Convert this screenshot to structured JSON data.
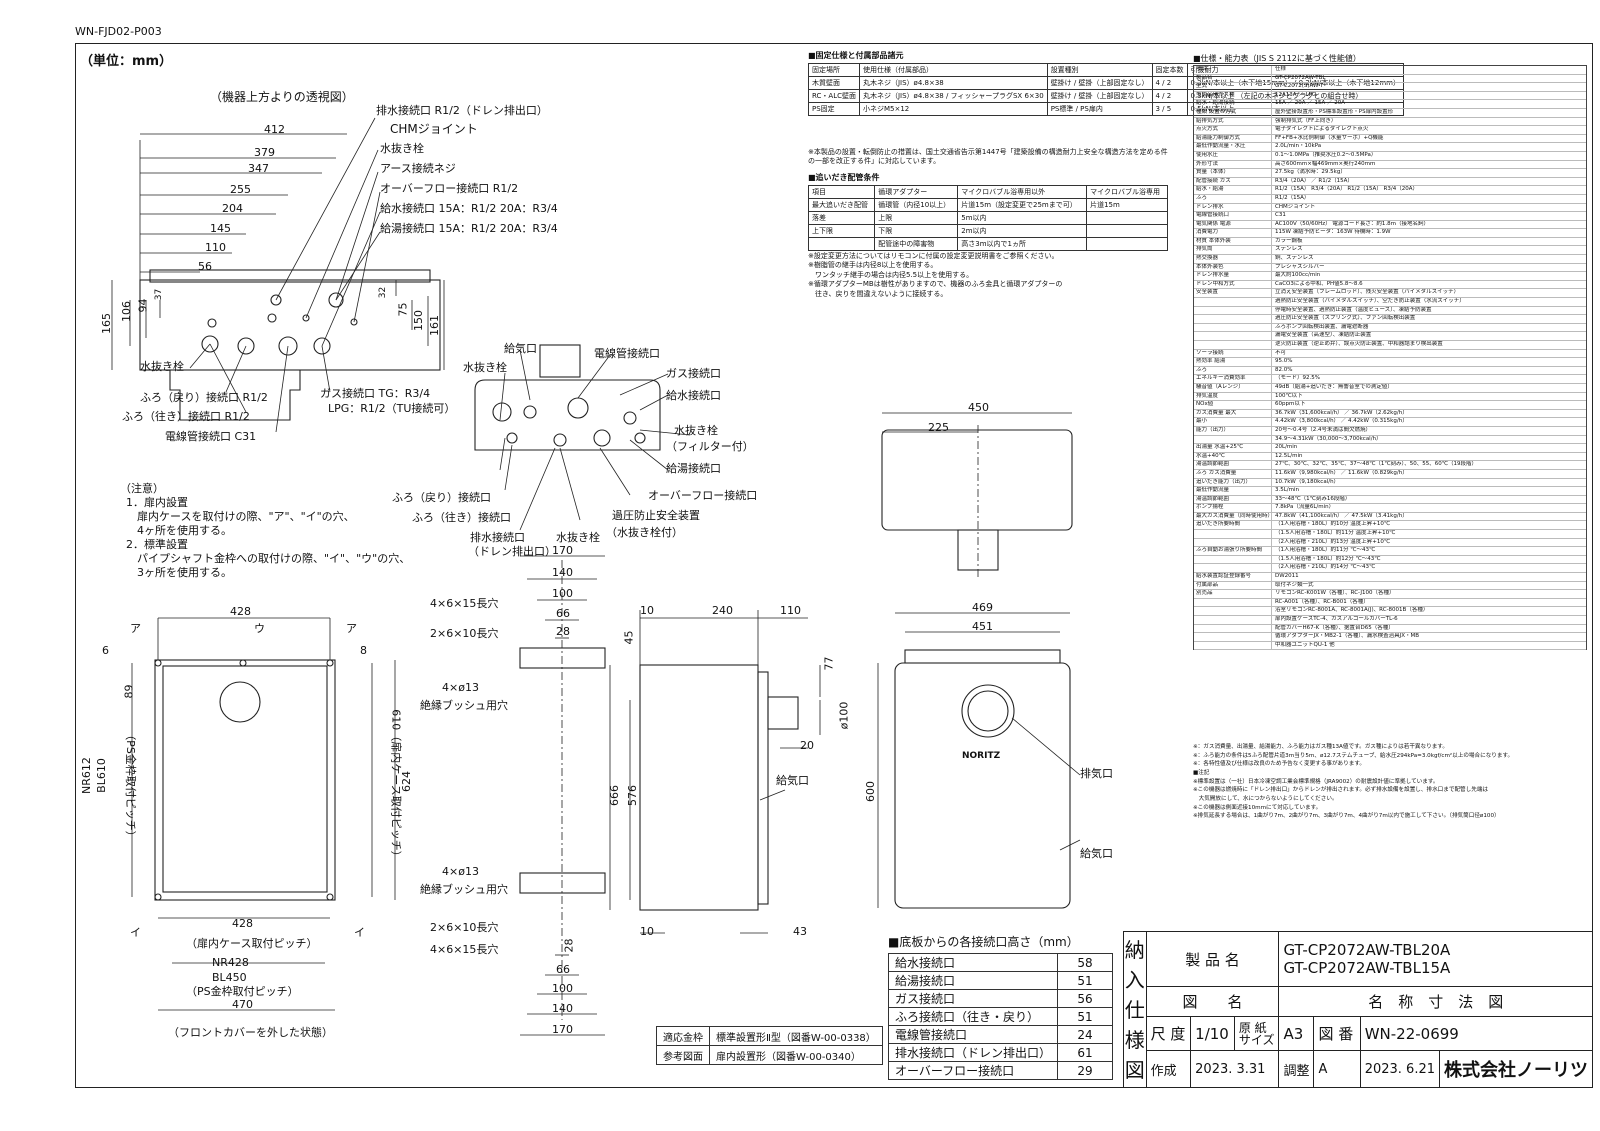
{
  "doc_id": "WN-FJD02-P003",
  "unit_label": "（単位：mm）",
  "top_view": {
    "title": "（機器上方よりの透視図）",
    "dims_h": [
      "412",
      "379",
      "347",
      "255",
      "204",
      "145",
      "110",
      "56"
    ],
    "dims_v_left": [
      "165",
      "106",
      "94",
      "37"
    ],
    "dims_v_right": [
      "32",
      "75",
      "150",
      "161"
    ],
    "callouts": [
      "排水接続口 R1/2（ドレン排出口）",
      "CHMジョイント",
      "水抜き栓",
      "アース接続ネジ",
      "オーバーフロー接続口 R1/2",
      "給水接続口 15A：R1/2  20A：R3/4",
      "給湯接続口 15A：R1/2  20A：R3/4"
    ],
    "left_labels": [
      "水抜き栓",
      "ふろ（戻り）接続口 R1/2",
      "ふろ（往き）接続口 R1/2",
      "電線管接続口 C31"
    ],
    "gas_label": "ガス接続口 TG：R3/4",
    "gas_label2": "LPG：R1/2（TU接続可）"
  },
  "notes": {
    "title": "（注意）",
    "items": [
      "1．扉内設置",
      "　扉内ケースを取付けの際、\"ア\"、\"イ\"の穴、",
      "　4ヶ所を使用する。",
      "2．標準設置",
      "　パイプシャフト金枠への取付けの際、\"イ\"、\"ウ\"の穴、",
      "　3ヶ所を使用する。"
    ]
  },
  "bottom_view": {
    "labels_top": [
      "給気口",
      "電線管接続口",
      "ガス接続口",
      "給水接続口",
      "水抜き栓",
      "（フィルター付）",
      "給湯接続口",
      "オーバーフロー接続口",
      "過圧防止安全装置",
      "（水抜き栓付）"
    ],
    "labels_left": [
      "水抜き栓",
      "ふろ（戻り）接続口",
      "ふろ（往き）接続口",
      "排水接続口",
      "（ドレン排出口）",
      "水抜き栓"
    ]
  },
  "back_view": {
    "dims": [
      "428",
      "6",
      "89",
      "8",
      "428",
      "470"
    ],
    "marks": [
      "ア",
      "ウ",
      "ア",
      "イ",
      "イ"
    ],
    "side_labels": [
      "NR612",
      "BL610",
      "（PS金枠取付ピッチ）",
      "610（扉内ケース取付ピッチ）",
      "624"
    ],
    "bottom_labels": [
      "（扉内ケース取付ピッチ）",
      "NR428",
      "BL450",
      "（PS金枠取付ピッチ）",
      "（フロントカバーを外した状態）"
    ]
  },
  "bracket": {
    "dims_top": [
      "170",
      "140",
      "100",
      "66",
      "28"
    ],
    "dims_bottom": [
      "28",
      "66",
      "100",
      "140",
      "170"
    ],
    "labels": [
      "4×6×15長穴",
      "2×6×10長穴",
      "4×ø13",
      "絶縁ブッシュ用穴",
      "4×ø13",
      "絶縁ブッシュ用穴",
      "2×6×10長穴",
      "4×6×15長穴"
    ]
  },
  "side_view": {
    "dims": [
      "10",
      "240",
      "110",
      "45",
      "77",
      "ø100",
      "20",
      "666",
      "576",
      "10",
      "43"
    ],
    "labels": [
      "給気口"
    ]
  },
  "top_plan": {
    "dims": [
      "450",
      "225"
    ]
  },
  "front_view": {
    "dims": [
      "469",
      "451",
      "600"
    ],
    "labels": [
      "排気口",
      "給気口"
    ],
    "brand": "NORITZ"
  },
  "install_table": {
    "title": "■固定仕様と付属部品諸元",
    "headers": [
      "固定場所",
      "使用仕様（付属部品）",
      "設置種別",
      "固定本数",
      "引抜耐力"
    ],
    "rows": [
      [
        "木質壁面",
        "丸木ネジ（JIS）ø4.8×38",
        "壁掛け / 壁掛（上部固定なし）",
        "4 / 2",
        "0.3kN/本以上（木下地15mm） / 0.2kN/本以上（木下地12mm）"
      ],
      [
        "RC・ALC壁面",
        "丸木ネジ（JIS）ø4.8×38 / フィッシャープラグSX 6×30",
        "壁掛け / 壁掛（上部固定なし）",
        "4 / 2",
        "0.3kN/本以上 （左記の木ネジとプラグとの組合せ時）"
      ],
      [
        "PS固定",
        "小ネジM5×12",
        "PS標準 / PS扉内",
        "3 / 5",
        "0.5kN/本以上"
      ]
    ],
    "note": "※本製品の設置・転倒防止の措置は、国土交通省告示第1447号「建築設備の構造耐力上安全な構造方法を定める件の一部を改正する件」に対応しています。"
  },
  "piping_table": {
    "title": "■追いだき配管条件",
    "headers": [
      "項目",
      "循環アダプター",
      "マイクロバブル浴専用以外",
      "マイクロバブル浴専用"
    ],
    "rows": [
      [
        "最大追いだき配管",
        "循環管（内径10以上）",
        "片道15m（設定変更で25mまで可）",
        "片道15m"
      ],
      [
        "落差",
        "上限",
        "5m以内",
        ""
      ],
      [
        "上下限",
        "下限",
        "2m以内",
        ""
      ],
      [
        "",
        "配管途中の障害物",
        "高さ3m以内で1ヵ所",
        ""
      ]
    ],
    "notes": [
      "※設定変更方法についてはリモコンに付属の設定変更説明書をご参照ください。",
      "※樹脂管の継手は内径8以上を使用する。",
      "　ワンタッチ継手の場合は内径5.5以上を使用する。",
      "※循環アダプターMBは樹性がありますので、機器のふろ金具と循環アダプターの",
      "　往き、戻りを間違えないように接続する。"
    ]
  },
  "spec": {
    "title": "■仕様・能力表（JIS S 2112に基づく性能値）",
    "rows": [
      [
        "項目",
        "仕様"
      ],
      [
        "製品名",
        "GT-CP2072AW-TBL"
      ],
      [
        "型式",
        "GT-C2072(S)AW-T"
      ],
      [
        "型式品用ガス種",
        "12A13A ／ LPG"
      ],
      [
        "給水・給湯接続",
        "15A ／ 20A ／ 15A ／ 20A"
      ],
      [
        "種類 設置の方式",
        "屋外壁掛設置形・PS標準設置形・PS扉内設置形"
      ],
      [
        "給排気方式",
        "強制排気式（FF上向き）"
      ],
      [
        "点火方式",
        "電子ダイレクトによるダイレクト点火"
      ],
      [
        "給湯能力制御方式",
        "FF+FB+水比例制御（水量サーボ）+Q機能"
      ],
      [
        "最低作動流量・水圧",
        "2.0L/min・10kPa"
      ],
      [
        "使用水圧",
        "0.1～1.0MPa（推奨水圧0.2～0.5MPa）"
      ],
      [
        "外形寸法",
        "高さ600mm×幅469mm×奥行240mm"
      ],
      [
        "質量（本体）",
        "27.5kg（満水時：29.5kg）"
      ],
      [
        "配管接続 ガス",
        "R3/4（20A） ／ R1/2（15A）"
      ],
      [
        "給水・給湯",
        "R1/2（15A） R3/4（20A） R1/2（15A） R3/4（20A）"
      ],
      [
        "ふろ",
        "R1/2（15A）"
      ],
      [
        "ドレン排水",
        "CHMジョイント"
      ],
      [
        "電線管接続口",
        "C31"
      ],
      [
        "電気関係 電源",
        "AC100V（50/60Hz） 電源コード長さ：約1.8m（接地名詞）"
      ],
      [
        "消費電力",
        "115W 凍結予防ヒータ：163W 待機時：1.9W"
      ],
      [
        "材質 本体外装",
        "カラー鋼板"
      ],
      [
        "排気筒",
        "ステンレス"
      ],
      [
        "熱交換器",
        "銅、ステンレス"
      ],
      [
        "本体外装色",
        "プレシャスシルバー"
      ],
      [
        "ドレン排水量",
        "最大約100cc/min"
      ],
      [
        "ドレン中和方式",
        "CaCO3による中和、PH値5.8～8.6"
      ],
      [
        "安全装置",
        "立消え安全装置（フレームロッド）、残火安全装置（バイメタルスイッチ）"
      ],
      [
        "",
        "過熱防止安全装置（バイメタルスイッチ）、空だき防止装置（水流スイッチ）"
      ],
      [
        "",
        "停電時安全装置、過熱防止装置（温度ヒューズ）、凍結予防装置"
      ],
      [
        "",
        "過圧防止安全装置（スプリング式）、ファン回転検出装置"
      ],
      [
        "",
        "ふろポンプ回転検出装置、漏電遮断器"
      ],
      [
        "",
        "漏電安全装置（高速型）、凍結防止装置"
      ],
      [
        "",
        "逆火防止装置（逆止め弁）、誤点火防止装置、中和器詰まり検出装置"
      ],
      [
        "ソーラ接続",
        "不可"
      ],
      [
        "熱効率 給湯",
        "95.0%"
      ],
      [
        "ふろ",
        "82.0%"
      ],
      [
        "エネルギー消費効率",
        "（モード）92.5%"
      ],
      [
        "騒音値（Aレンジ）",
        "49dB（給湯+追いだき：無響音室での測定値）"
      ],
      [
        "排気温度",
        "100℃以下"
      ],
      [
        "NOx値",
        "60ppm以下"
      ],
      [
        "ガス消費量 最大",
        "36.7kW（31,600kcal/h） ／ 36.7kW（2.62kg/h）"
      ],
      [
        "最小",
        "4.42kW（3,800kcal/h） ／ 4.42kW（0.315kg/h）"
      ],
      [
        "能力（出力）",
        "20号～0.4号（2.4号未満は間欠燃焼）"
      ],
      [
        "",
        "34.9～4.31kW（30,000～3,700kcal/h）"
      ],
      [
        "出湯量 水温+25℃",
        "20L/min"
      ],
      [
        "水温+40℃",
        "12.5L/min"
      ],
      [
        "湯温調節範囲",
        "27℃、30℃、32℃、35℃、37～48℃（1℃刻み）、50、55、60℃（19段階）"
      ],
      [
        "ふろ ガス消費量",
        "11.6kW（9,980kcal/h） ／ 11.6kW（0.829kg/h）"
      ],
      [
        "追いだき能力（出力）",
        "10.7kW（9,180kcal/h）"
      ],
      [
        "最低作動流量",
        "3.5L/min"
      ],
      [
        "湯温調節範囲",
        "33～48℃（1℃刻み16段階）"
      ],
      [
        "ポンプ揚程",
        "7.8kPa（流量6L/min）"
      ],
      [
        "最大ガス消費量（同時使用時）",
        "47.8kW（41,100kcal/h） ／ 47.5kW（3.41kg/h）"
      ],
      [
        "追いだき所要時間",
        "（1人用浴槽・180L）約10分 温度上昇+10℃"
      ],
      [
        "",
        "（1.5人用浴槽・180L）約11分 温度上昇+10℃"
      ],
      [
        "",
        "（2人用浴槽・210L）約13分 温度上昇+10℃"
      ],
      [
        "ふろ自動お湯張り所要時間",
        "（1人用浴槽・180L）約11分 ℃～43℃"
      ],
      [
        "",
        "（1.5人用浴槽・180L）約12分 ℃～43℃"
      ],
      [
        "",
        "（2人用浴槽・210L）約14分 ℃～43℃"
      ],
      [
        "給水装置認証登録番号",
        "DW2011"
      ],
      [
        "付属部品",
        "取付ネジ類一式"
      ],
      [
        "別売品",
        "リモコンRC-K001W（各種）、RC-J100（各種）"
      ],
      [
        "",
        "RC-A001（各種）、RC-B001（各種）"
      ],
      [
        "",
        "浴室リモコンRC-8001A、RC-8001A(J)、RC-8001B（各種）"
      ],
      [
        "",
        "扉内設置ケースTC-4、ガスアルコールカバーTL-6"
      ],
      [
        "",
        "配管カバーH67-K（各種）、据置台D65（各種）"
      ],
      [
        "",
        "循環アダプターJX・MB2-1（各種）、漏水検査治具JX・MB"
      ],
      [
        "",
        "中和器ユニットQU-1 他"
      ]
    ],
    "footnotes": [
      "※：ガス消費量、出湯量、給湯能力、ふろ能力はガス種13A値です。ガス種によりは若干異なります。",
      "※：ふろ能力の条件は5ふろ配管片道3m当り5m、ø12.7ステムチューブ、給水圧294kPa=3.0kgf/cm²以上の場合になります。",
      "※：各特性値及び仕様は改良のため予告なく変更する事があります。",
      "■注記",
      "※標準設置は（一社）日本冷凍空調工業会標準規格（JRA9002）の耐震設計値に準拠しています。",
      "※この機器は燃焼時に「ドレン排出口」からドレンが排出されます。必ず排水設備を設置し、排水口まで配管し先端は",
      "　大気開放にして、水につからないようにしてください。",
      "※この機器は側面近接10mmにて対応しています。",
      "※排気延長する場合は、1曲がり7m、2曲がり7m、3曲がり7m、4曲がり7m以内で施工して下さい。（排気筒口径ø100）"
    ]
  },
  "connection_heights": {
    "title": "■底板からの各接続口高さ（mm）",
    "rows": [
      [
        "給水接続口",
        "58"
      ],
      [
        "給湯接続口",
        "51"
      ],
      [
        "ガス接続口",
        "56"
      ],
      [
        "ふろ接続口（往き・戻り）",
        "51"
      ],
      [
        "電線管接続口",
        "24"
      ],
      [
        "排水接続口（ドレン排出口）",
        "61"
      ],
      [
        "オーバーフロー接続口",
        "29"
      ]
    ]
  },
  "standard_table": {
    "rows": [
      [
        "適応金枠",
        "標準設置形Ⅱ型（図番W-00-0338）"
      ],
      [
        "参考図面",
        "扉内設置形（図番W-00-0340）"
      ]
    ]
  },
  "title_block": {
    "side": [
      "納",
      "入",
      "仕",
      "様",
      "図"
    ],
    "product_label": "製 品 名",
    "product_names": [
      "GT-CP2072AW-TBL20A",
      "GT-CP2072AW-TBL15A"
    ],
    "zumei_label": "図　　名",
    "zumei_value": "名　称　寸　法　図",
    "scale_label": "尺 度",
    "scale_value": "1/10",
    "paper_label": "原 紙\nサイズ",
    "paper_value": "A3",
    "zuban_label": "図 番",
    "zuban_value": "WN-22-0699",
    "created_label": "作成",
    "created_value": "2023. 3.31",
    "check_label": "調整",
    "check_mark": "A",
    "check_value": "2023. 6.21",
    "company": "株式会社ノーリツ"
  }
}
